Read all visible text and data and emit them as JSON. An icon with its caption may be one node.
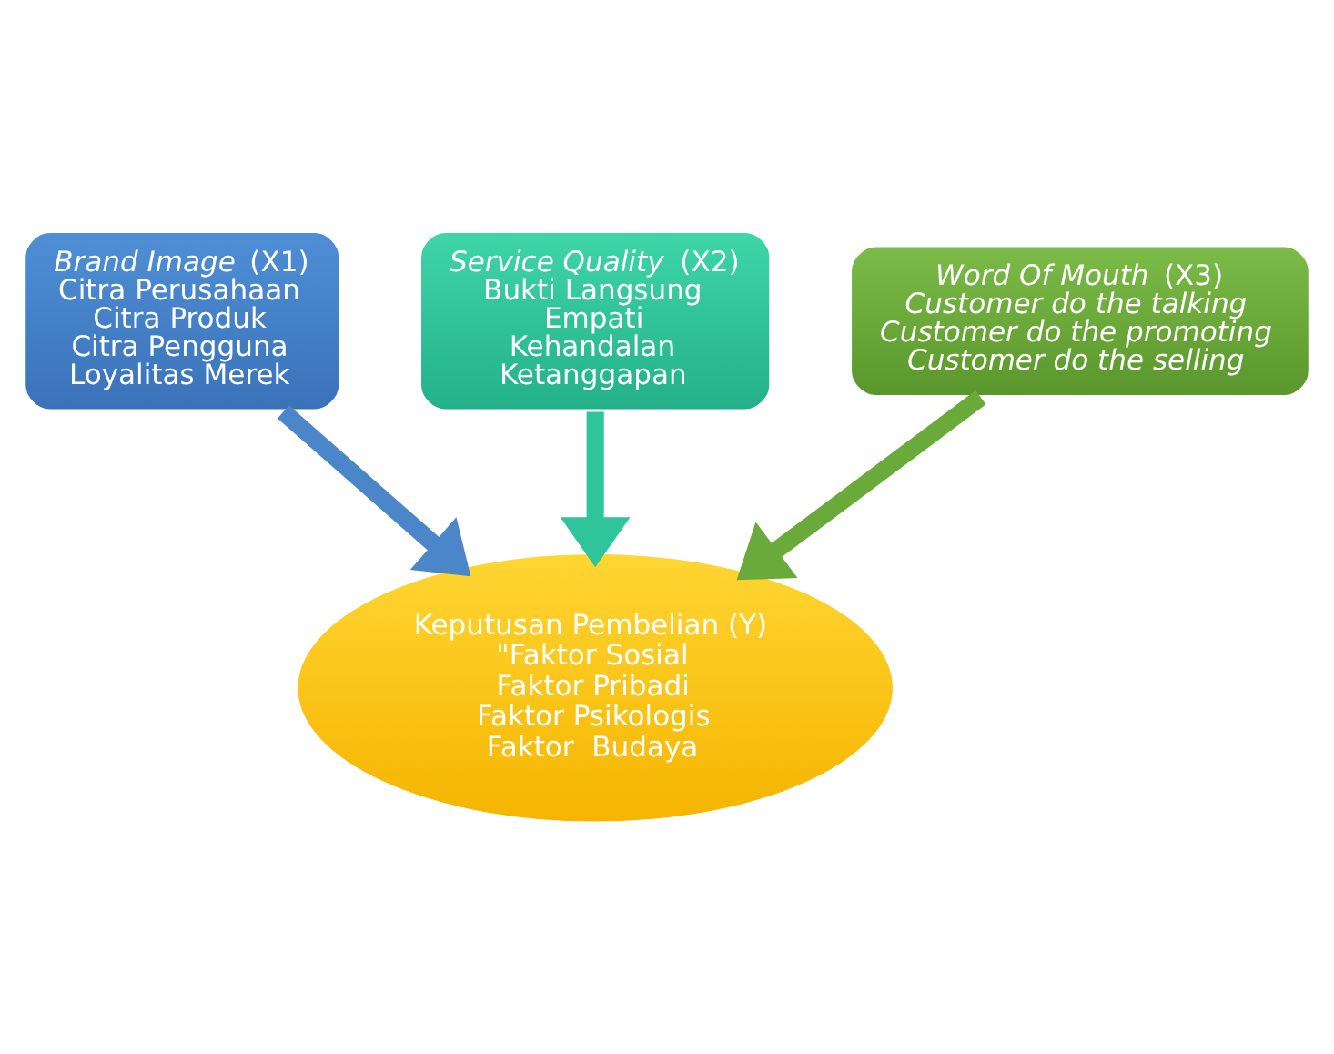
{
  "diagram": {
    "nodes": [
      {
        "text": [
          "*Brand Image* (X1)",
          "Citra Perusahaan",
          "Citra Produk",
          "Citra Pengguna",
          "Loyalitas Merek"
        ]
      },
      {
        "text": [
          "*Service Quality* (X2)",
          "Bukti Langsung",
          "Empati",
          "Kehandalan",
          "Ketanggapan"
        ]
      },
      {
        "text": [
          "*Word Of Mouth* (X3)",
          "Customer do the talking",
          "Customer do the promoting",
          "Customer do the selling"
        ]
      },
      {
        "text": [
          "Keputusan Pembelian (Y)",
          "\"Faktor Sosial",
          "Faktor Pribadi",
          "Faktor Psikologis",
          "Faktor  Budaya"
        ]
      }
    ],
    "edges": [
      {
        "from": 0,
        "to": 3,
        "arrow": "to",
        "color": "#4a86c8"
      },
      {
        "from": 1,
        "to": 3,
        "arrow": "to",
        "color": "#2fc49a"
      },
      {
        "from": 2,
        "to": 3,
        "arrow": "to",
        "color": "#6aaa3a"
      }
    ]
  }
}
